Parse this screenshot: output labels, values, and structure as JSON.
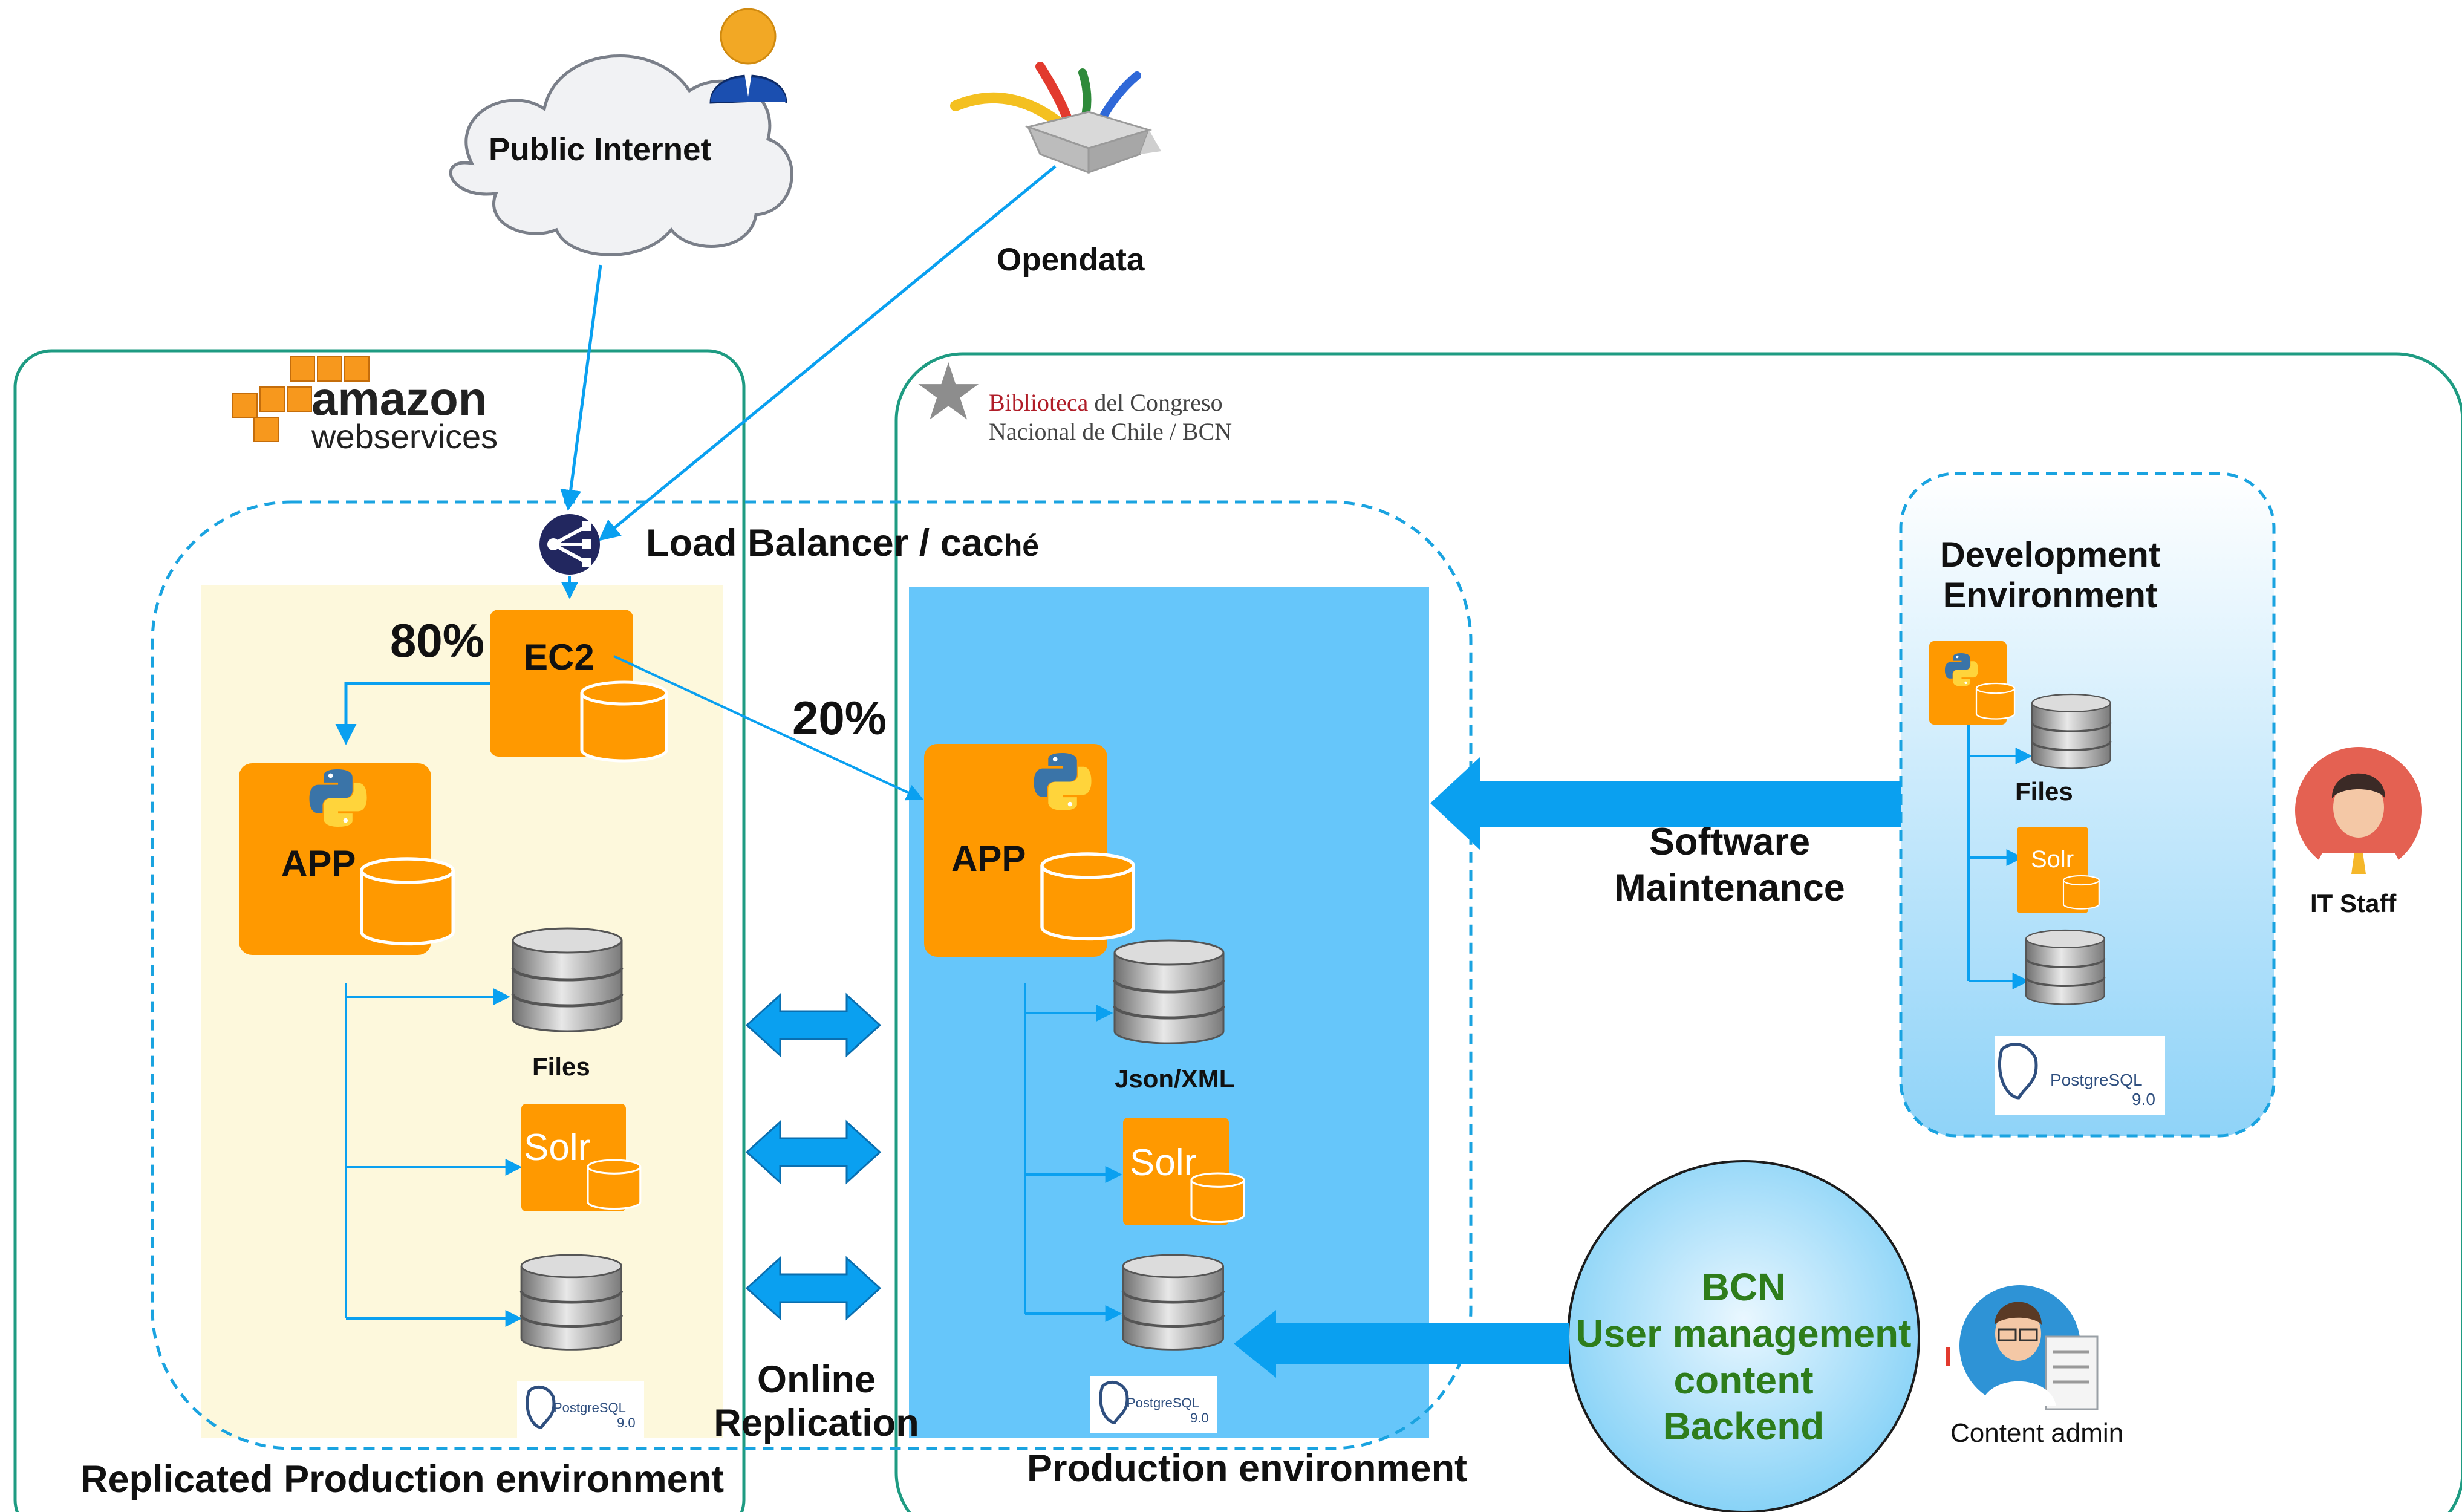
{
  "top": {
    "cloud_label": "Public Internet",
    "opendata_label": "Opendata"
  },
  "amazon": {
    "logo_word1": "amazon",
    "logo_word2_a": "web",
    "logo_word2_b": "services",
    "env_label": "Replicated Production environment"
  },
  "lb": {
    "label_main": "Load Balancer / cac",
    "label_tail": "hé"
  },
  "replicated": {
    "ec2_label": "EC2",
    "pct_80": "80%",
    "app_label": "APP",
    "files_label": "Files",
    "solr_label": "Solr",
    "pg_label": "PostgreSQL",
    "pg_version": "9.0"
  },
  "replication": {
    "pct_20": "20%",
    "online_label_1": "Online",
    "online_label_2": "Replication"
  },
  "bcn": {
    "logo_line1_red": "Biblioteca",
    "logo_line1_rest": " del Congreso",
    "logo_line2": "Nacional de Chile / BCN",
    "env_label": "Production environment"
  },
  "production": {
    "app_label": "APP",
    "json_label": "Json/XML",
    "solr_label": "Solr",
    "pg_label": "PostgreSQL",
    "pg_version": "9.0"
  },
  "development": {
    "title_1": "Development",
    "title_2": "Environment",
    "files_label": "Files",
    "solr_label": "Solr",
    "pg_label": "PostgreSQL",
    "pg_version": "9.0"
  },
  "maintenance": {
    "label_1": "Software",
    "label_2": "Maintenance"
  },
  "backend": {
    "line_1": "BCN",
    "line_2": "User management",
    "line_3": "content",
    "line_4": "Backend"
  },
  "people": {
    "it_staff": "IT Staff",
    "content_admin": "Content admin"
  },
  "icons": [
    "cloud-icon",
    "user-icon",
    "opendata-box-icon",
    "load-balancer-icon",
    "python-icon",
    "database-icon",
    "solr-icon",
    "postgresql-elephant-icon",
    "it-staff-avatar-icon",
    "content-admin-avatar-icon",
    "bidirectional-arrow-icon"
  ],
  "colors": {
    "env_border": "#1e9b82",
    "dashed_border": "#1aa3e0",
    "arrow_blue": "#0aa0f0",
    "orange": "#ff9900",
    "replicated_bg": "#fdf8dc",
    "production_bg": "#66c6fa",
    "backend_text": "#2e7d1b"
  }
}
